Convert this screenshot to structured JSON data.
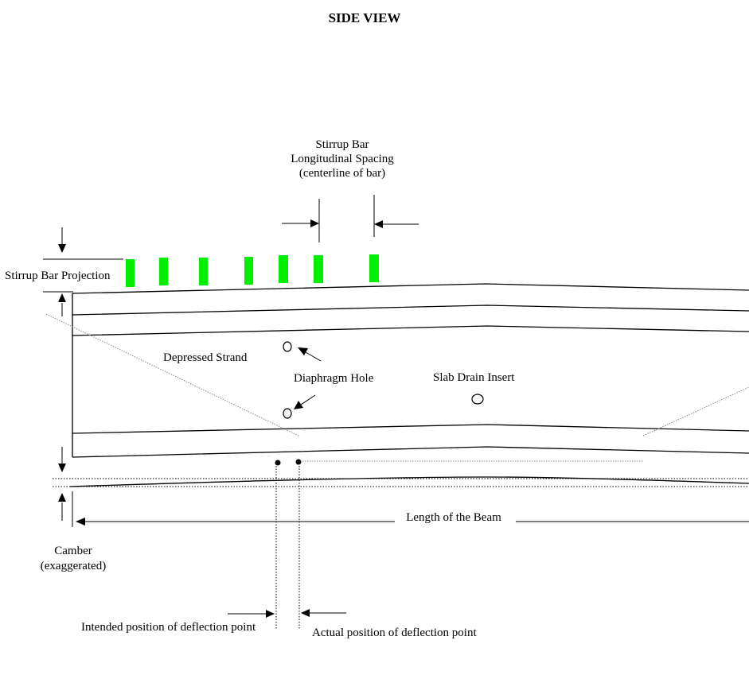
{
  "title": "SIDE VIEW",
  "labels": {
    "stirrup_spacing_1": "Stirrup Bar",
    "stirrup_spacing_2": "Longitudinal Spacing",
    "stirrup_spacing_3": "(centerline of bar)",
    "stirrup_projection": "Stirrup Bar Projection",
    "depressed_strand": "Depressed Strand",
    "diaphragm_hole": "Diaphragm Hole",
    "slab_drain_insert": "Slab Drain Insert",
    "length_of_beam": "Length of the Beam",
    "camber_1": "Camber",
    "camber_2": "(exaggerated)",
    "intended_position": "Intended position of deflection point",
    "actual_position": "Actual position of deflection point"
  },
  "colors": {
    "stirrup": "#00ee00",
    "line": "#000000",
    "strand": "#888888"
  }
}
